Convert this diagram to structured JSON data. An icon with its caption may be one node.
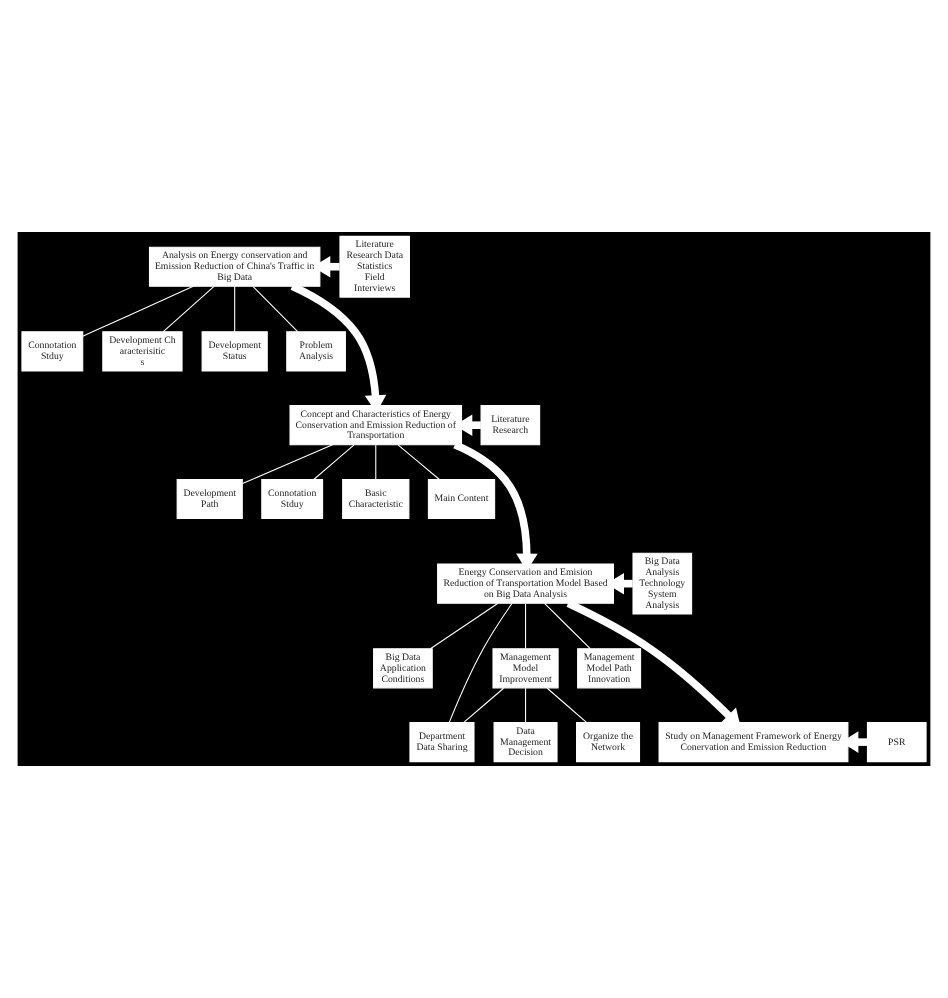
{
  "diagram": {
    "nodes": [
      {
        "text": [
          "Analysis on Energy conservation and Emission Reduction of China's Traffic in Big Data"
        ]
      },
      {
        "text": [
          "Literature Research Data Statistics Field Interviews"
        ]
      },
      {
        "text": [
          "Connotation Stduy"
        ]
      },
      {
        "text": [
          "Development Characterisitic s"
        ]
      },
      {
        "text": [
          "Development Status"
        ]
      },
      {
        "text": [
          "Problem Analysis"
        ]
      },
      {
        "text": [
          "Concept and Characteristics of Energy Conservation and Emission Reduction of Transportation"
        ]
      },
      {
        "text": [
          "Literature Research"
        ]
      },
      {
        "text": [
          "Development Path"
        ]
      },
      {
        "text": [
          "Connotation Stduy"
        ]
      },
      {
        "text": [
          "Basic Characteristic"
        ]
      },
      {
        "text": [
          "Main Content"
        ]
      },
      {
        "text": [
          "Energy Conservation and Emision Reduction of Transportation Model Based on Big Data Analysis"
        ]
      },
      {
        "text": [
          "Big Data Analysis Technology System Analysis"
        ]
      },
      {
        "text": [
          "Big Data Application Conditions"
        ]
      },
      {
        "text": [
          "Management Model Improvement"
        ]
      },
      {
        "text": [
          "Department Data Sharing"
        ]
      },
      {
        "text": [
          "Data Management Decision"
        ]
      },
      {
        "text": [
          "Organize the Network"
        ]
      },
      {
        "text": [
          "Management Model Path Innovation"
        ]
      },
      {
        "text": [
          "Study on Management Framework of Energy Conervation and Emission Reduction"
        ]
      },
      {
        "text": [
          "PSR"
        ]
      }
    ],
    "edges": [
      {
        "from": 1,
        "to": 0,
        "arrow": "to",
        "style": "thick"
      },
      {
        "from": 0,
        "to": 2,
        "arrow": "none"
      },
      {
        "from": 0,
        "to": 3,
        "arrow": "none"
      },
      {
        "from": 0,
        "to": 4,
        "arrow": "none"
      },
      {
        "from": 0,
        "to": 5,
        "arrow": "none"
      },
      {
        "from": 0,
        "to": 6,
        "arrow": "to",
        "style": "thick"
      },
      {
        "from": 7,
        "to": 6,
        "arrow": "to",
        "style": "thick"
      },
      {
        "from": 6,
        "to": 8,
        "arrow": "none"
      },
      {
        "from": 6,
        "to": 9,
        "arrow": "none"
      },
      {
        "from": 6,
        "to": 10,
        "arrow": "none"
      },
      {
        "from": 6,
        "to": 11,
        "arrow": "none"
      },
      {
        "from": 6,
        "to": 12,
        "arrow": "to",
        "style": "thick"
      },
      {
        "from": 13,
        "to": 12,
        "arrow": "to",
        "style": "thick"
      },
      {
        "from": 12,
        "to": 14,
        "arrow": "none"
      },
      {
        "from": 12,
        "to": 15,
        "arrow": "none"
      },
      {
        "from": 12,
        "to": 16,
        "arrow": "none"
      },
      {
        "from": 12,
        "to": 19,
        "arrow": "none"
      },
      {
        "from": 15,
        "to": 16,
        "arrow": "none"
      },
      {
        "from": 15,
        "to": 17,
        "arrow": "none"
      },
      {
        "from": 15,
        "to": 18,
        "arrow": "none"
      },
      {
        "from": 12,
        "to": 20,
        "arrow": "to",
        "style": "thick"
      },
      {
        "from": 21,
        "to": 20,
        "arrow": "to",
        "style": "thick"
      }
    ]
  }
}
